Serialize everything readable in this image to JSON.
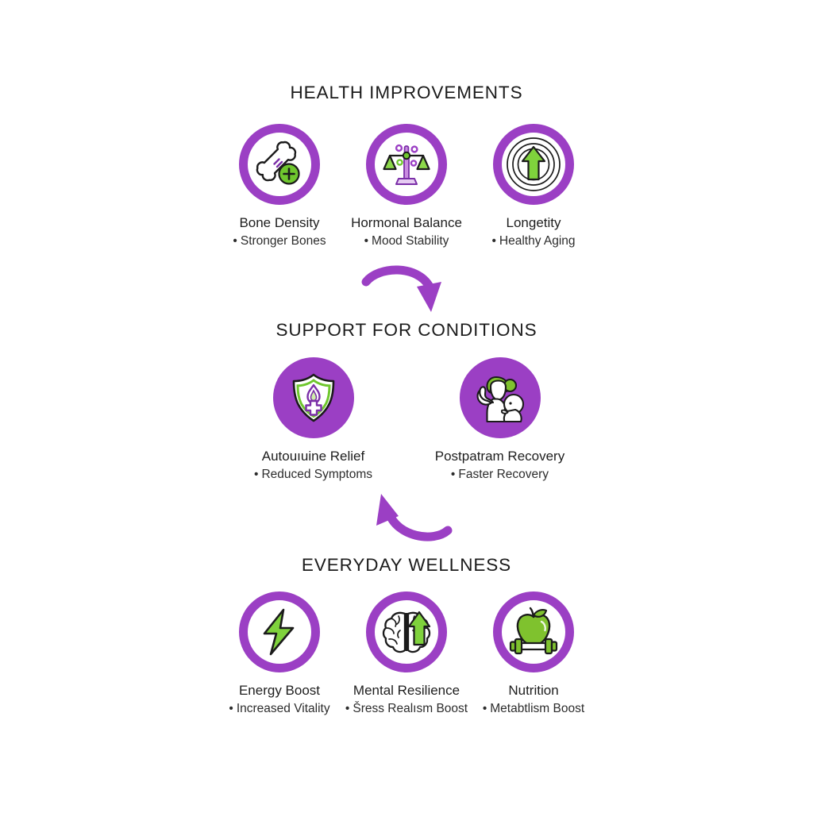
{
  "theme": {
    "purple": "#9B3FC4",
    "green": "#6FC72E",
    "ink": "#1b1b1b",
    "background": "#ffffff"
  },
  "sections": [
    {
      "title": "HEALTH IMPROVEMENTS",
      "badge_style": "ring",
      "cards": [
        {
          "icon": "bone-plus-icon",
          "label": "Bone Density",
          "bullet": "•",
          "sub": "Stronger Bones"
        },
        {
          "icon": "balance-scales-icon",
          "label": "Hormonal Balance",
          "bullet": "•",
          "sub": "Mood Stability"
        },
        {
          "icon": "upward-arrow-rings-icon",
          "label": "Longetity",
          "bullet": "•",
          "sub": "Healthy Aging"
        }
      ]
    },
    {
      "title": "SUPPORT FOR CONDITIONS",
      "badge_style": "filled",
      "cards": [
        {
          "icon": "shield-flame-cross-icon",
          "label": "Autouıuine Relief",
          "bullet": "•",
          "sub": "Reduced Symptoms"
        },
        {
          "icon": "mother-baby-flex-icon",
          "label": "Postpatram Recovery",
          "bullet": "•",
          "sub": "Faster Recovery"
        }
      ]
    },
    {
      "title": "EVERYDAY WELLNESS",
      "badge_style": "ring",
      "cards": [
        {
          "icon": "lightning-bolt-icon",
          "label": "Energy Boost",
          "bullet": "•",
          "sub": "Increased Vitality"
        },
        {
          "icon": "brain-arrow-icon",
          "label": "Mental Resilience",
          "bullet": "•",
          "sub": "Šress Realısm Boost"
        },
        {
          "icon": "apple-dumbbell-icon",
          "label": "Nutrition",
          "bullet": "•",
          "sub": "Metabtlism Boost"
        }
      ]
    }
  ],
  "connectors": [
    {
      "name": "arrow-improvements-to-conditions",
      "direction": "curve-right-down"
    },
    {
      "name": "arrow-wellness-to-conditions",
      "direction": "curve-up-left"
    }
  ]
}
